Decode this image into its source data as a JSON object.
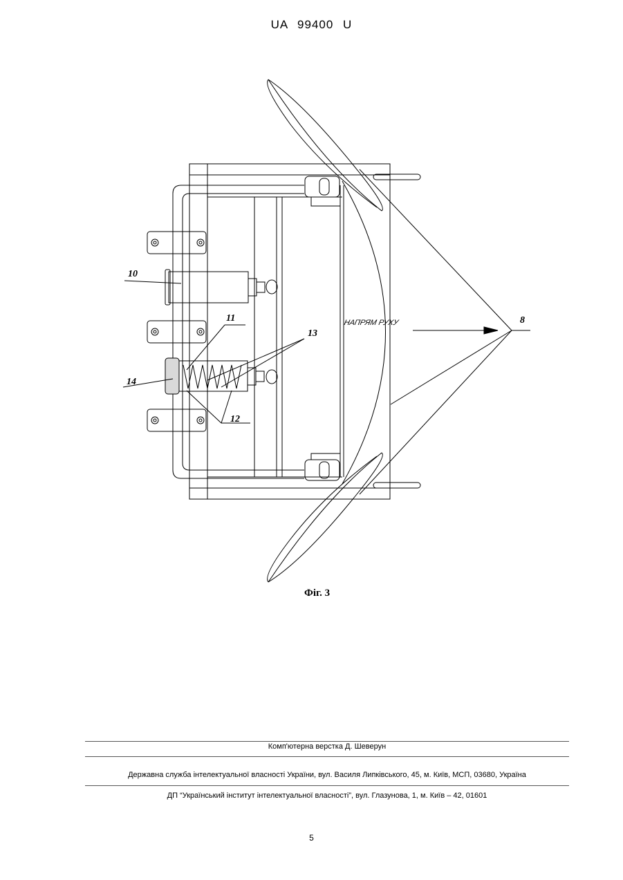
{
  "header": {
    "doc_id": "UA   99400   U"
  },
  "figure": {
    "caption": "Фіг. 3",
    "labels": {
      "l8": "8",
      "l10": "10",
      "l11": "11",
      "l12": "12",
      "l13": "13",
      "l14": "14"
    },
    "direction": "НАПРЯМ РУХУ"
  },
  "footer": {
    "typesetting": "Комп'ютерна верстка Д. Шеверун",
    "service": "Державна служба інтелектуальної власності України, вул. Василя Липківського, 45, м. Київ, МСП, 03680, Україна",
    "institute": "ДП “Український інститут інтелектуальної власності”, вул. Глазунова, 1, м. Київ – 42, 01601"
  },
  "page_number": "5"
}
